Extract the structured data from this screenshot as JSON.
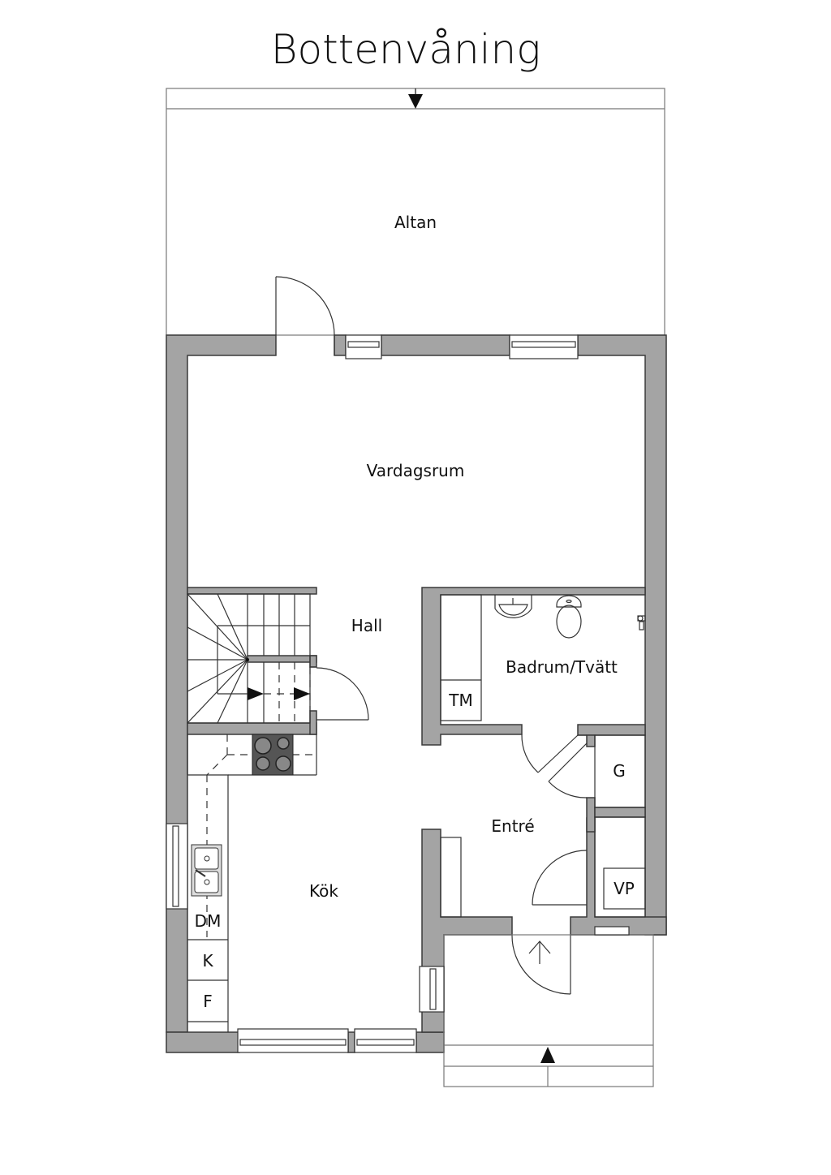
{
  "title": "Bottenvåning",
  "rooms": {
    "altan": "Altan",
    "vardagsrum": "Vardagsrum",
    "hall": "Hall",
    "badrum": "Badrum/Tvätt",
    "entre": "Entré",
    "kok": "Kök"
  },
  "appliances": {
    "tm": "TM",
    "g": "G",
    "vp": "VP",
    "dm": "DM",
    "k": "K",
    "f": "F"
  },
  "colors": {
    "wall": "#a4a4a4",
    "line": "#333333",
    "stove": "#555555"
  }
}
